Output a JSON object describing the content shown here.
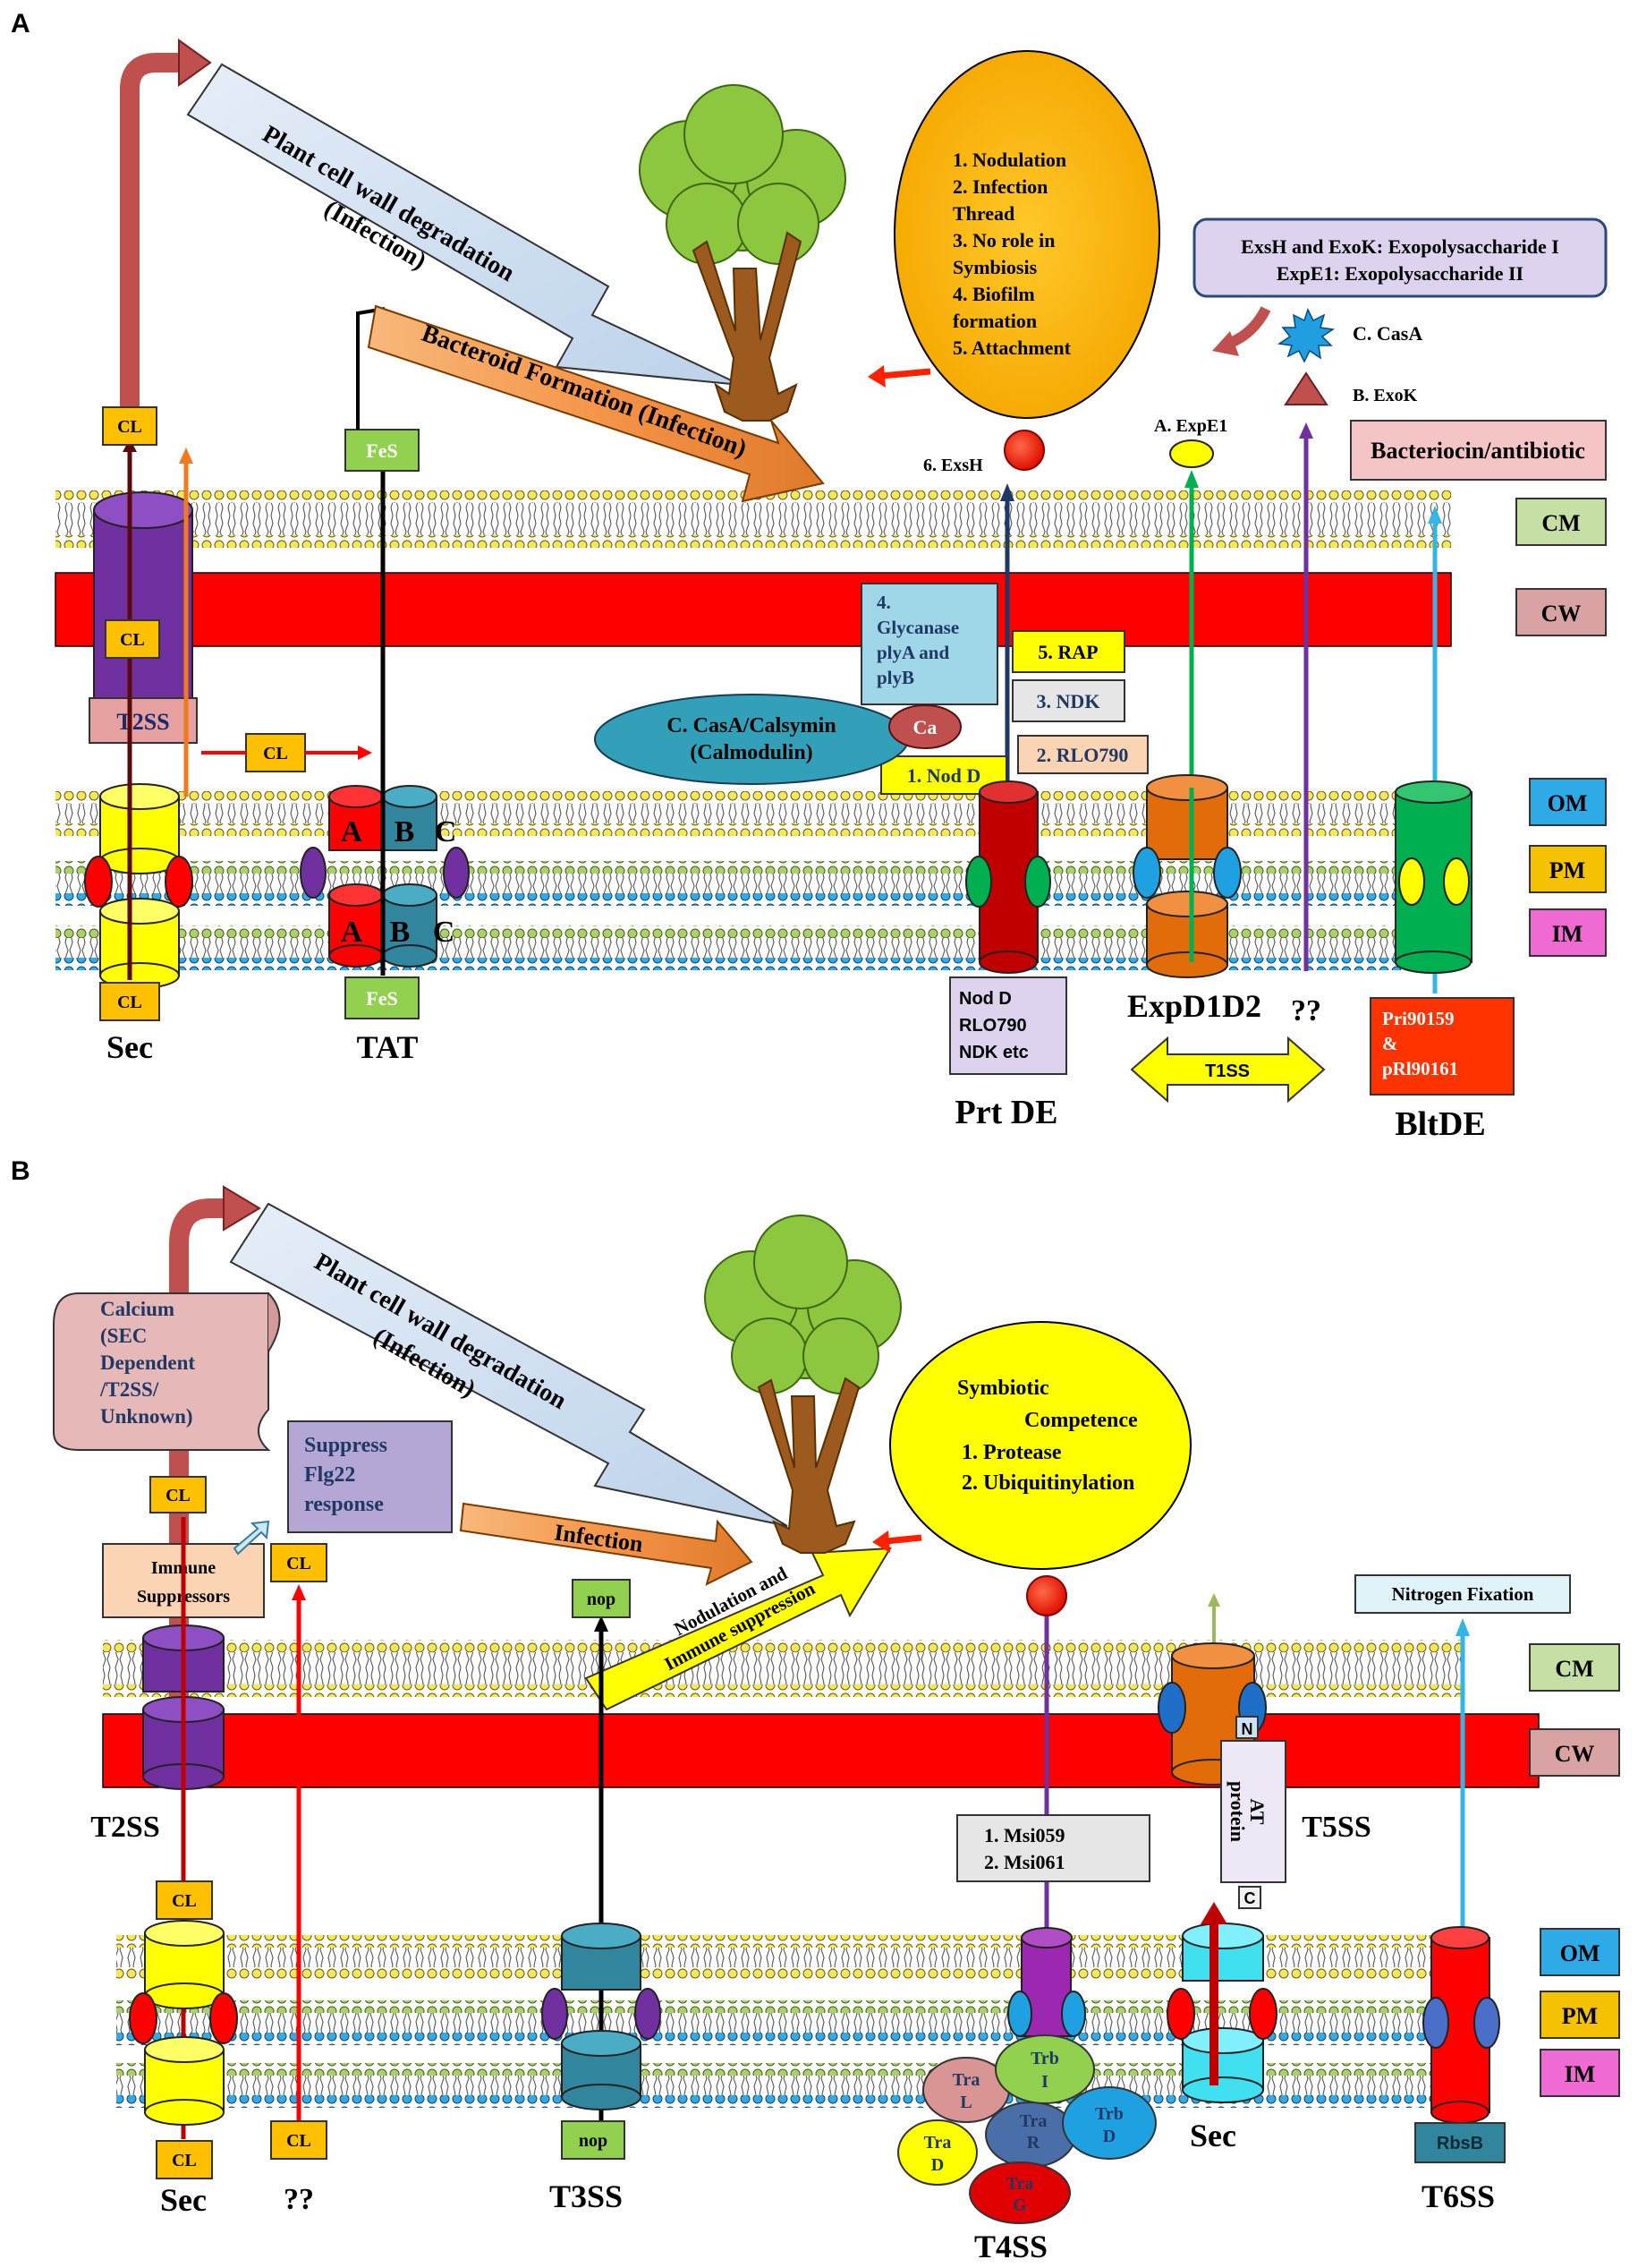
{
  "panels": {
    "a": {
      "letter": "A",
      "wall_arrow": {
        "line1": "Plant cell wall degradation",
        "line2": "(Infection)"
      },
      "bacteroid_arrow": "Bacteroid Formation  (Infection)",
      "ellipse_items": [
        "1.   Nodulation",
        "2.   Infection",
        "      Thread",
        "3.   No role in",
        "      Symbiosis",
        "4.   Biofilm",
        "      formation",
        "5.   Attachment"
      ],
      "exo_box": {
        "line1": "ExsH  and  ExoK:  Exopolysaccharide  I",
        "line2": "ExpE1:  Exopolysaccharide  II"
      },
      "casa_star": "C. CasA",
      "exok": "B. ExoK",
      "bacteriocin": "Bacteriocin/antibiotic",
      "exsh": "6. ExsH",
      "expe1": "A. ExpE1",
      "glycanase": [
        "4.",
        "Glycanase",
        "plyA  and",
        "plyB"
      ],
      "rap": "5. RAP",
      "ndk": "3. NDK",
      "rlo": "2. RLO790",
      "nodd": "1. Nod  D",
      "casa_ellipse": {
        "line1": "C. CasA/Calsymin",
        "line2": "(Calmodulin)"
      },
      "ca": "Ca",
      "cl_top": "CL",
      "cl_wall": "CL",
      "cl_mid": "CL",
      "cl_bottom": "CL",
      "t2ss": "T2SS",
      "fes_top": "FeS",
      "fes_bottom": "FeS",
      "tat_letters": [
        "A",
        "B",
        "C",
        "A",
        "B",
        "C"
      ],
      "sec": "Sec",
      "tat": "TAT",
      "prt_list": [
        "Nod  D",
        "RLO790",
        "NDK  etc"
      ],
      "prtde": "Prt DE",
      "expd": "ExpD1D2",
      "qq": "??",
      "t1ss": "T1SS",
      "pri": {
        "line1": "Pri90159",
        "line2": "&",
        "line3": "pRl90161"
      },
      "bltde": "BltDE"
    },
    "b": {
      "letter": "B",
      "wall_arrow": {
        "line1": "Plant cell wall degradation",
        "line2": "(Infection)"
      },
      "calcium": [
        "Calcium",
        "(SEC",
        "Dependent",
        "/T2SS/",
        "Unknown)"
      ],
      "suppress": [
        "Suppress",
        "Flg22",
        "response"
      ],
      "infection": "Infection",
      "nodulation": {
        "line1": "Nodulation   and",
        "line2": "Immune suppression"
      },
      "symbiotic": [
        "Symbiotic",
        "Competence",
        "1.   Protease",
        "2.   Ubiquitinylation"
      ],
      "immune": {
        "line1": "Immune",
        "line2": "Suppressors"
      },
      "cl_a": "CL",
      "cl_b": "CL",
      "cl_c": "CL",
      "cl_d": "CL",
      "cl_e": "CL",
      "nop_top": "nop",
      "nop_bottom": "nop",
      "nitrogen": "Nitrogen  Fixation",
      "msi": [
        "1.    Msi059",
        "2.    Msi061"
      ],
      "at_protein": {
        "line1": "AT",
        "line2": "protein"
      },
      "n": "N",
      "c": "C",
      "t2ss": "T2SS",
      "t5ss": "T5SS",
      "sec": "Sec",
      "sec2": "Sec",
      "qq": "??",
      "t3ss": "T3SS",
      "t4ss": "T4SS",
      "t6ss": "T6SS",
      "rbsb": "RbsB",
      "tra": {
        "l1": "Tra",
        "l2": "L",
        "d1": "Tra",
        "d2": "D",
        "r1": "Tra",
        "r2": "R",
        "g1": "Tra",
        "g2": "G",
        "i1": "Trb",
        "i2": "I",
        "bd1": "Trb",
        "bd2": "D"
      }
    }
  },
  "legend": {
    "cm": "CM",
    "cw": "CW",
    "om": "OM",
    "pm": "PM",
    "im": "IM"
  }
}
